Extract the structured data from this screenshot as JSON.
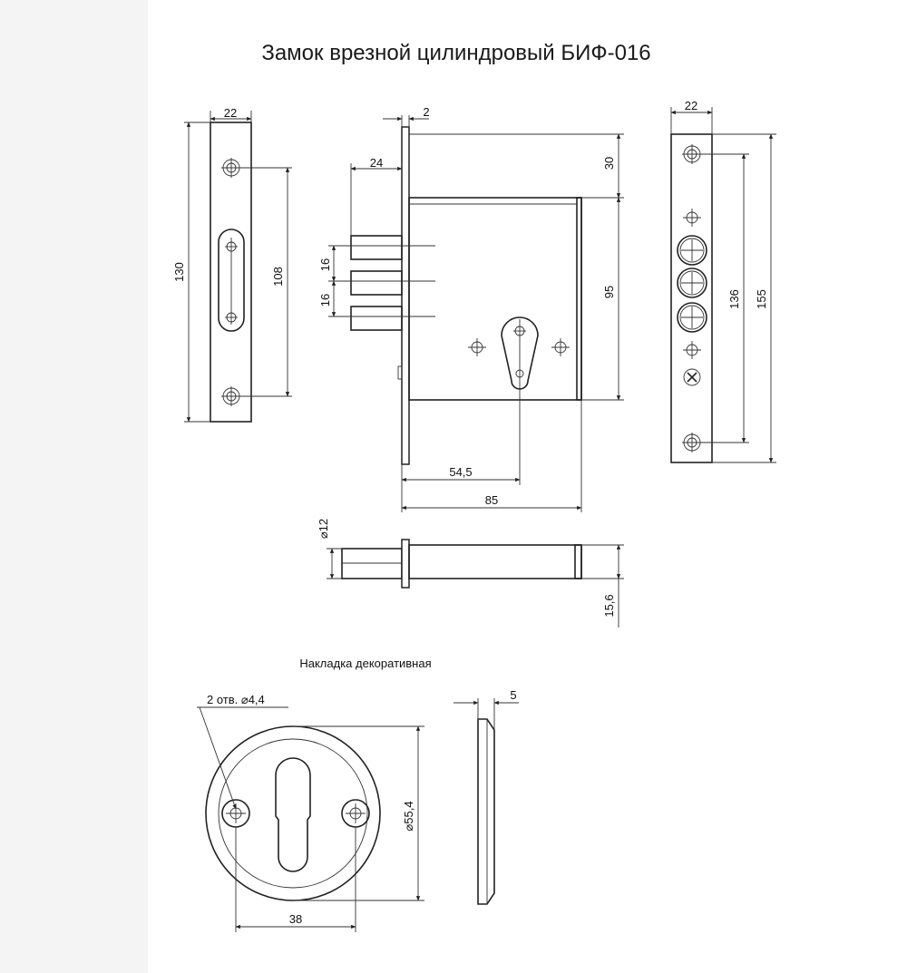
{
  "title": "Замок врезной цилиндровый БИФ-016",
  "rosette_title": "Накладка декоративная",
  "rosette_holes_note": "2 отв. ⌀4,4",
  "colors": {
    "line": "#222222",
    "background": "#ffffff",
    "side_band": "#f4f4f4"
  },
  "dims": {
    "strike_width": "22",
    "strike_height": "130",
    "strike_hole_spacing": "108",
    "bolt_throw": "24",
    "faceplate_thickness": "2",
    "top_offset": "30",
    "bolt_spacing_1": "16",
    "bolt_spacing_2": "16",
    "body_height": "95",
    "backset": "54,5",
    "body_depth": "85",
    "bolt_diameter": "⌀12",
    "body_thickness": "15,6",
    "face_width": "22",
    "face_screw_spacing": "136",
    "face_height": "155",
    "rosette_thickness": "5",
    "rosette_diameter": "⌀55,4",
    "rosette_hole_spacing": "38"
  }
}
